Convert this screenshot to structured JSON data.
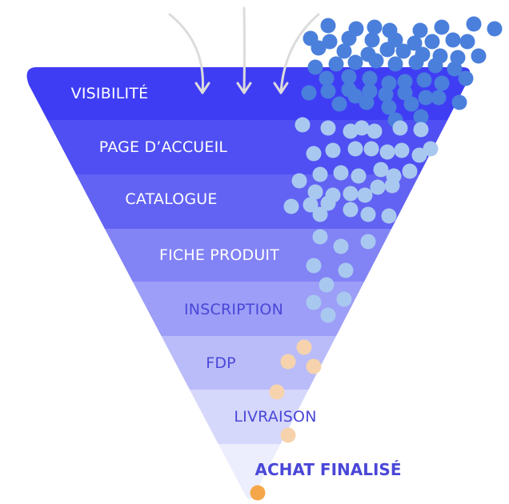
{
  "colors": {
    "stage_fills": [
      "#3f3df4",
      "#4f4ff3",
      "#6263f3",
      "#8283f5",
      "#9d9ef7",
      "#babcf9",
      "#d6d8fb",
      "#eceefd"
    ],
    "label_light": "#ffffff",
    "label_dark": "#4a47d8",
    "final_label": "#4a47d8",
    "arrow": "#dcdcdc",
    "dot_blue": "#4a7fdc",
    "dot_light_blue": "#a9c8f0",
    "dot_peach": "#f6d3ad",
    "dot_orange": "#f5a64a"
  },
  "stages": [
    {
      "label": "VISIBILITÉ",
      "tone": "light"
    },
    {
      "label": "PAGE D’ACCUEIL",
      "tone": "light"
    },
    {
      "label": "CATALOGUE",
      "tone": "light"
    },
    {
      "label": "FICHE PRODUIT",
      "tone": "light"
    },
    {
      "label": "INSCRIPTION",
      "tone": "dark"
    },
    {
      "label": "FDP",
      "tone": "dark"
    },
    {
      "label": "LIVRAISON",
      "tone": "dark"
    }
  ],
  "final_stage": {
    "label": "ACHAT FINALISÉ"
  },
  "icons": {
    "entry_arrows": "down-arrow-icon"
  }
}
